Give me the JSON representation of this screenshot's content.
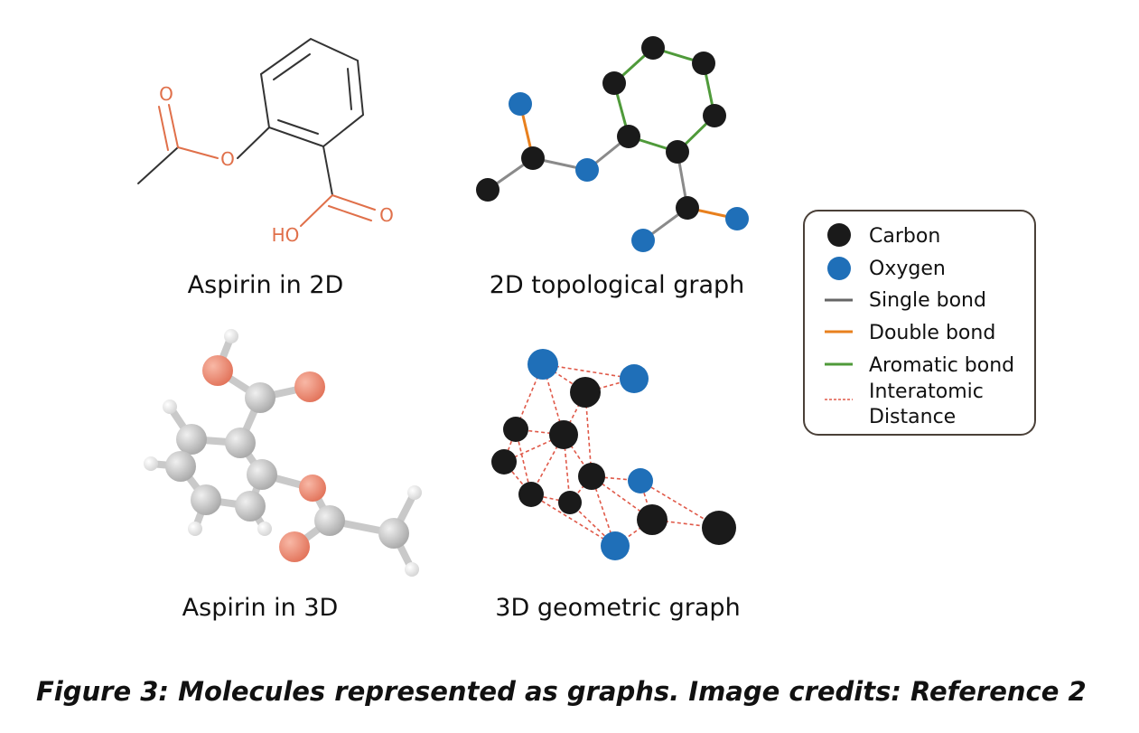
{
  "panels": {
    "aspirin_2d": {
      "label": "Aspirin in 2D",
      "atom_labels": {
        "o1": "O",
        "o2": "O",
        "o3": "O",
        "ho": "HO"
      }
    },
    "topological_2d": {
      "label": "2D topological graph"
    },
    "aspirin_3d": {
      "label": "Aspirin in 3D"
    },
    "geometric_3d": {
      "label": "3D geometric graph"
    }
  },
  "legend": {
    "items": [
      {
        "label": "Carbon",
        "symbol": "circle",
        "color": "#1a1a1a"
      },
      {
        "label": "Oxygen",
        "symbol": "circle",
        "color": "#1f6fb8"
      },
      {
        "label": "Single bond",
        "symbol": "line",
        "color": "#666666"
      },
      {
        "label": "Double bond",
        "symbol": "line",
        "color": "#e8801e"
      },
      {
        "label": "Aromatic bond",
        "symbol": "line",
        "color": "#4f9a3a"
      },
      {
        "label_lines": [
          "Interatomic",
          "Distance"
        ],
        "symbol": "dotted-line",
        "color": "#e05a4a"
      }
    ]
  },
  "colors": {
    "carbon": "#1a1a1a",
    "oxygen": "#1f6fb8",
    "single_bond": "#666666",
    "double_bond": "#e8801e",
    "aromatic_bond": "#4f9a3a",
    "interatomic": "#e05a4a",
    "skeletal_bond": "#333333",
    "skeletal_hetero": "#e0704a",
    "ball_carbon": "#c4c4c4",
    "ball_oxygen": "#ec8a72",
    "ball_hydrogen": "#f2f2f2"
  },
  "caption": "Figure 3: Molecules represented as graphs. Image credits: Reference 2"
}
